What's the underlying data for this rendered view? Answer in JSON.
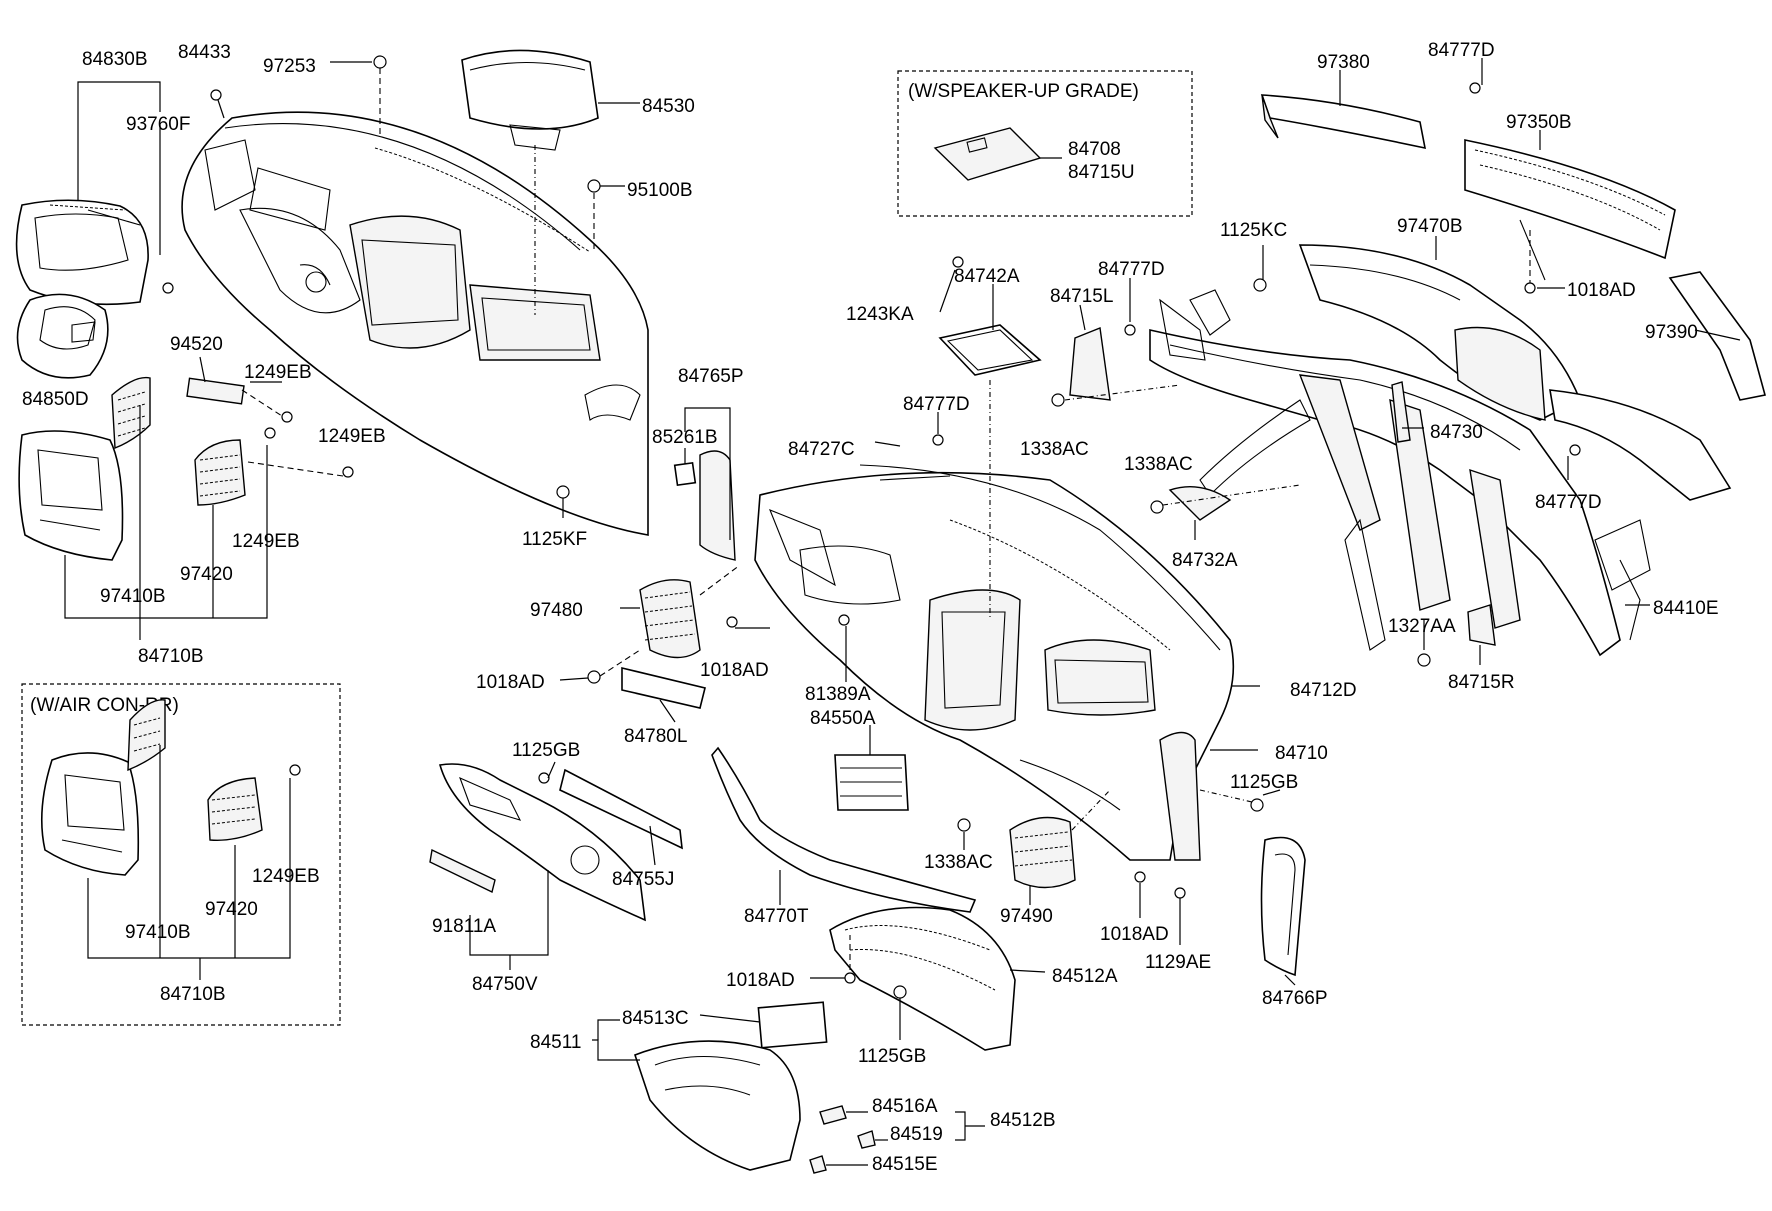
{
  "boxes": {
    "speaker_upgrade": "(W/SPEAKER-UP GRADE)",
    "air_con_rr": "(W/AIR CON-RR)"
  },
  "labels": {
    "l_84830B": "84830B",
    "l_84433": "84433",
    "l_97253": "97253",
    "l_84530": "84530",
    "l_93760F": "93760F",
    "l_95100B": "95100B",
    "l_84708": "84708",
    "l_84715U": "84715U",
    "l_97380": "97380",
    "l_84777D_top": "84777D",
    "l_97350B": "97350B",
    "l_1125KC": "1125KC",
    "l_97470B": "97470B",
    "l_1018AD_r": "1018AD",
    "l_97390": "97390",
    "l_84742A": "84742A",
    "l_84777D_mid": "84777D",
    "l_1243KA": "1243KA",
    "l_84715L": "84715L",
    "l_84850D": "84850D",
    "l_94520": "94520",
    "l_1249EB_a": "1249EB",
    "l_1249EB_b": "1249EB",
    "l_84765P": "84765P",
    "l_85261B": "85261B",
    "l_84777D_c": "84777D",
    "l_84727C": "84727C",
    "l_1338AC_a": "1338AC",
    "l_84730": "84730",
    "l_1338AC_b": "1338AC",
    "l_84777D_r": "84777D",
    "l_1249EB_c": "1249EB",
    "l_1125KF": "1125KF",
    "l_97420": "97420",
    "l_97410B": "97410B",
    "l_84732A": "84732A",
    "l_97480": "97480",
    "l_84410E": "84410E",
    "l_84710B": "84710B",
    "l_1018AD_a": "1018AD",
    "l_1327AA": "1327AA",
    "l_1018AD_b": "1018AD",
    "l_84715R": "84715R",
    "l_81389A": "81389A",
    "l_84712D": "84712D",
    "l_84780L": "84780L",
    "l_84550A": "84550A",
    "l_1125GB_a": "1125GB",
    "l_84710": "84710",
    "l_1125GB_b": "1125GB",
    "l_84755J": "84755J",
    "l_1338AC_c": "1338AC",
    "l_97490": "97490",
    "l_84770T": "84770T",
    "l_91811A": "91811A",
    "l_1018AD_c": "1018AD",
    "l_1129AE": "1129AE",
    "l_84750V": "84750V",
    "l_1018AD_d": "1018AD",
    "l_84512A": "84512A",
    "l_84766P": "84766P",
    "l_84513C": "84513C",
    "l_84511": "84511",
    "l_1125GB_c": "1125GB",
    "l_84516A": "84516A",
    "l_84512B": "84512B",
    "l_84519": "84519",
    "l_84515E": "84515E",
    "l_1249EB_d": "1249EB",
    "l_97420_b": "97420",
    "l_97410B_b": "97410B",
    "l_84710B_b": "84710B"
  }
}
